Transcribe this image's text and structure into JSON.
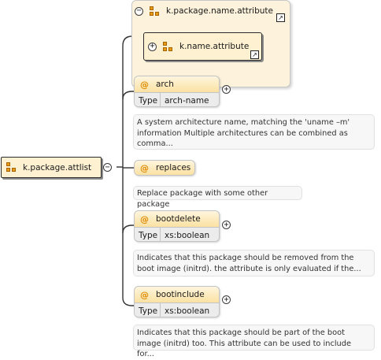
{
  "root": {
    "label": "k.package.attlist"
  },
  "attribute_group": {
    "label": "k.package.name.attribute",
    "child": "k.name.attribute"
  },
  "attributes": [
    {
      "name": "arch",
      "type_key": "Type",
      "type_value": "arch-name",
      "doc": "A system architecture name, matching the 'uname –m' information Multiple architectures can be combined as comma..."
    },
    {
      "name": "replaces",
      "doc": "Replace package with some other package"
    },
    {
      "name": "bootdelete",
      "type_key": "Type",
      "type_value": "xs:boolean",
      "doc": "Indicates that this package should be removed from the boot image (initrd). the attribute is only evaluated if the..."
    },
    {
      "name": "bootinclude",
      "type_key": "Type",
      "type_value": "xs:boolean",
      "doc": "Indicates that this package should be part of the boot image (initrd) too. This attribute can be used to include for..."
    }
  ],
  "symbols": {
    "attribute_marker": "@",
    "expand": "+",
    "collapse": "−",
    "link": "↗"
  },
  "colors": {
    "node_fill": "#fdf1d2",
    "group_fill": "#fdf3dc",
    "icon": "#e59c12",
    "attr_marker": "#e08a00"
  }
}
